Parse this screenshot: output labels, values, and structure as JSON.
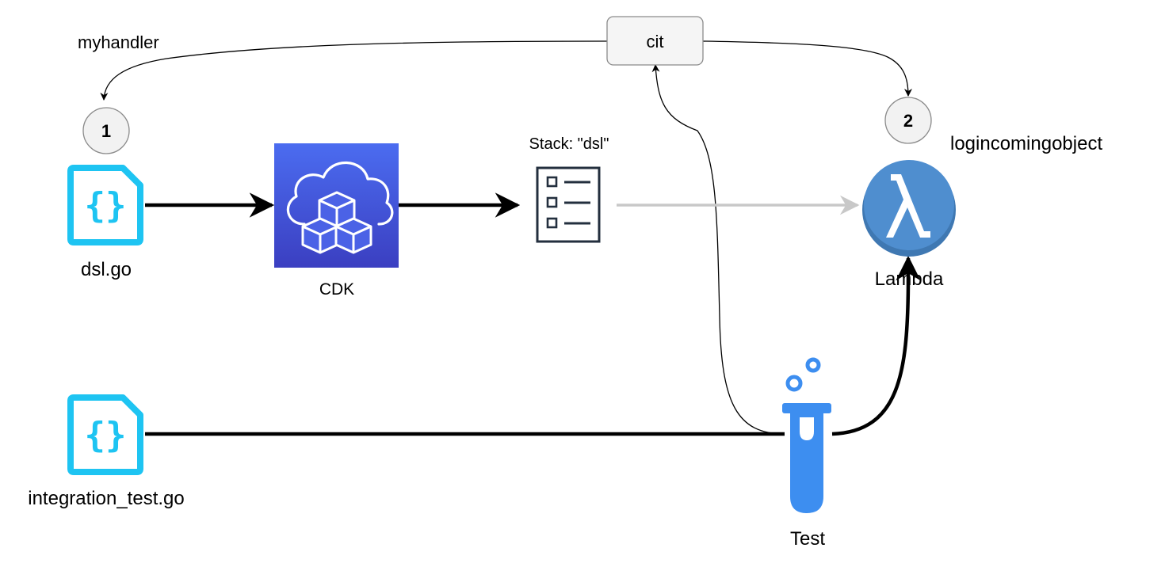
{
  "labels": {
    "handler": "myhandler",
    "cit": "cit",
    "step1": "1",
    "step2": "2",
    "stack": "Stack: \"dsl\"",
    "log_object": "logincomingobject",
    "dsl_file": "dsl.go",
    "cdk": "CDK",
    "lambda": "Lambda",
    "test_file": "integration_test.go",
    "test": "Test"
  },
  "colors": {
    "file_icon": "#1ec4f2",
    "cdk_top": "#4b6cf0",
    "cdk_bottom": "#3b3fc1",
    "lambda": "#4f8ecf",
    "lambda_dark": "#3f78b2",
    "test_tube": "#3d8ef0",
    "stack_icon": "#232f3e",
    "ghost_arrow": "#c8c8c8",
    "badge_fill": "#f2f2f2",
    "badge_stroke": "#8a8a8a",
    "cit_fill": "#f5f5f5",
    "label_dark_red": "#2a0a0a",
    "cdk_label": "#232f3e"
  },
  "icons": {
    "dsl_file": "json-file-icon",
    "test_file": "json-file-icon",
    "cdk": "cdk-cloud-cubes-icon",
    "stack": "checklist-icon",
    "lambda": "lambda-icon",
    "test": "test-tube-icon"
  }
}
